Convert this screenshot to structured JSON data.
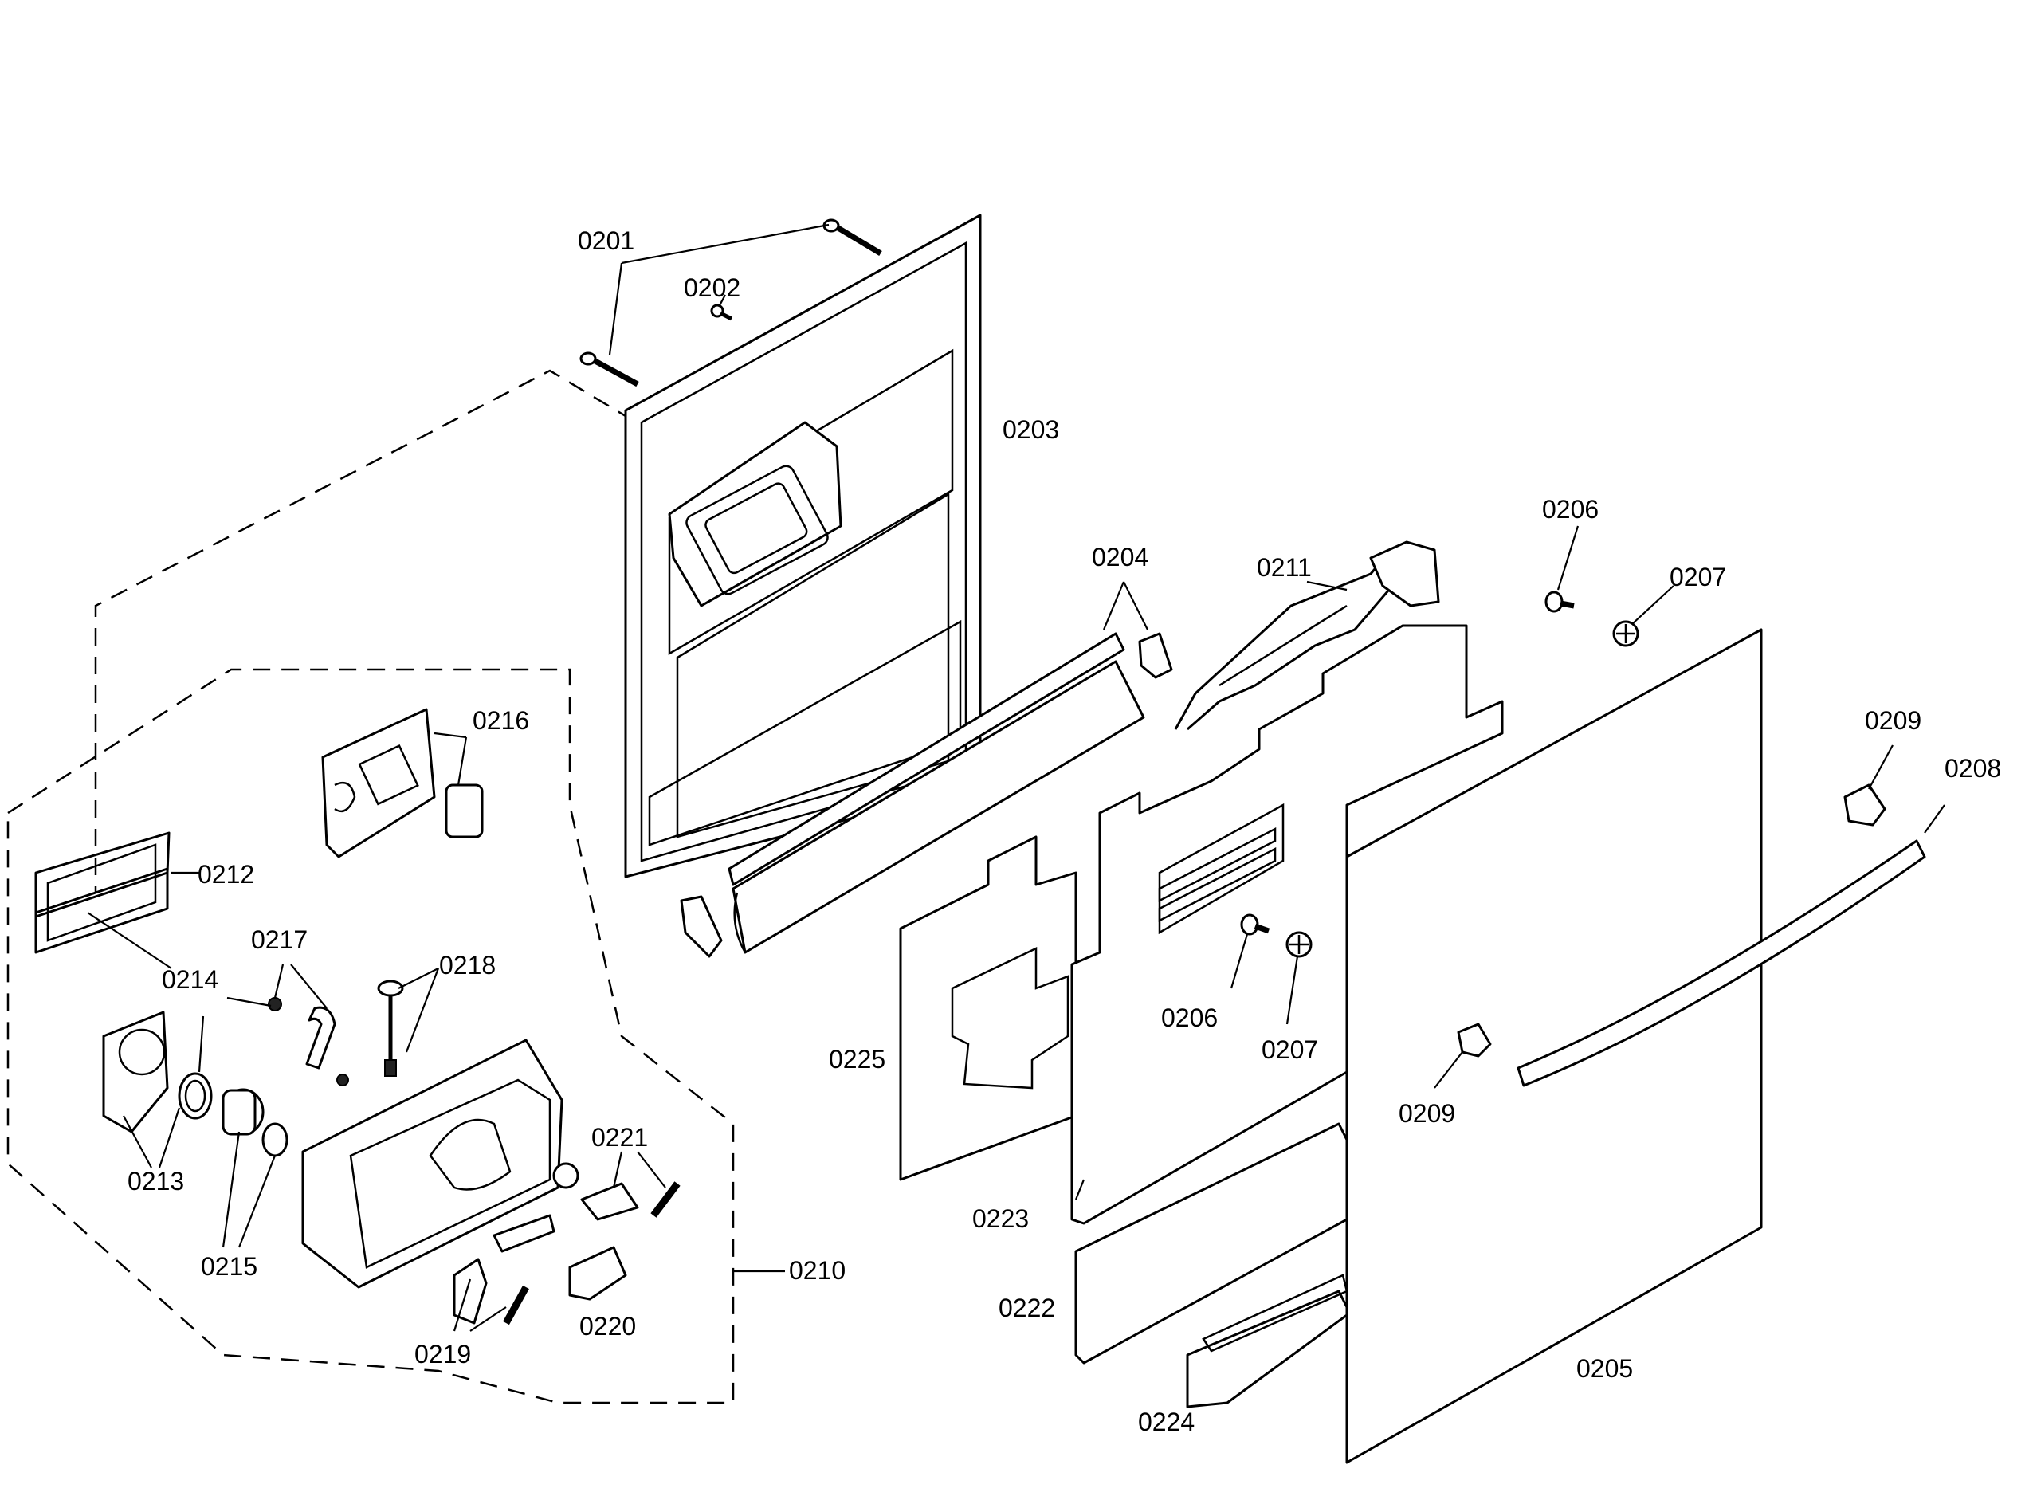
{
  "callouts": {
    "c0201": "0201",
    "c0202": "0202",
    "c0203": "0203",
    "c0204": "0204",
    "c0205": "0205",
    "c0206a": "0206",
    "c0206b": "0206",
    "c0207a": "0207",
    "c0207b": "0207",
    "c0208": "0208",
    "c0209a": "0209",
    "c0209b": "0209",
    "c0210": "0210",
    "c0211": "0211",
    "c0212": "0212",
    "c0213": "0213",
    "c0214": "0214",
    "c0215": "0215",
    "c0216": "0216",
    "c0217": "0217",
    "c0218": "0218",
    "c0219": "0219",
    "c0220": "0220",
    "c0221": "0221",
    "c0222": "0222",
    "c0223": "0223",
    "c0224": "0224",
    "c0225": "0225"
  },
  "colors": {
    "line": "#000000",
    "background": "#ffffff"
  }
}
